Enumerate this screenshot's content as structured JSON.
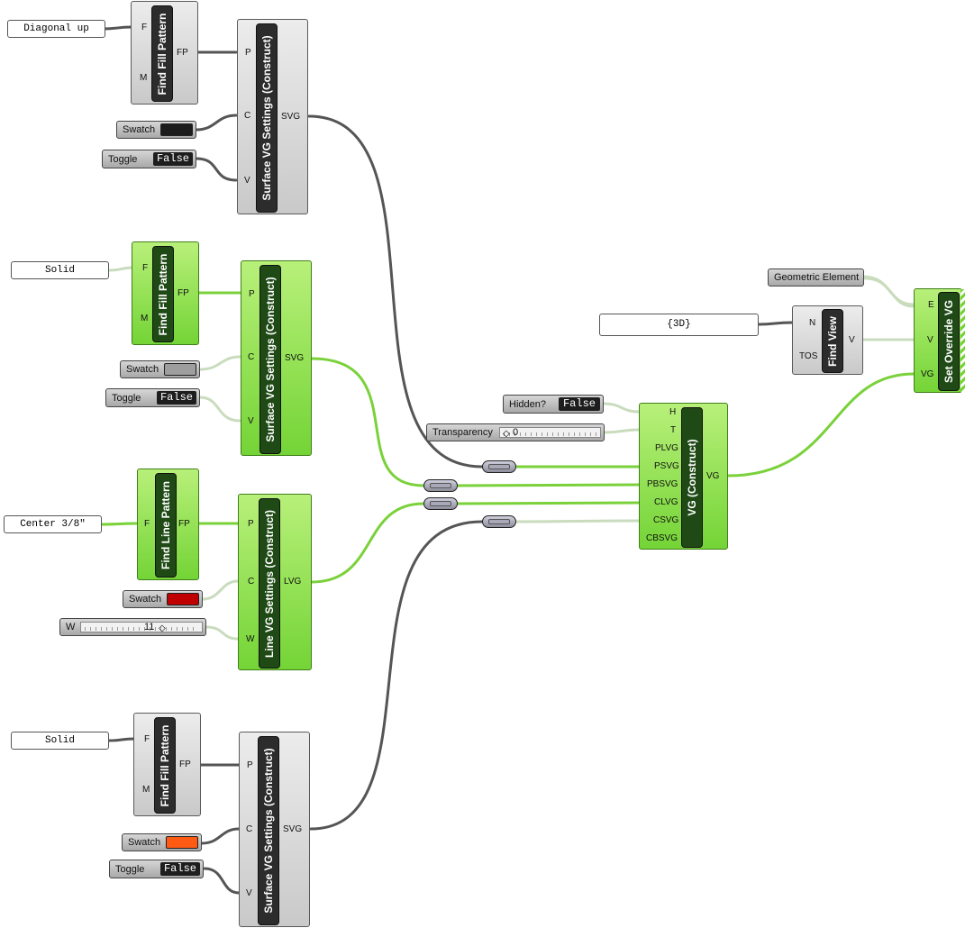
{
  "canvas": {
    "background": "#ffffff",
    "wire_gray": "#555555",
    "wire_green": "#7ad13a",
    "wire_light": "#c9dcbd"
  },
  "panels": {
    "diagonal_up": "Diagonal up",
    "solid_1": "Solid",
    "center_3_8": "Center 3/8\"",
    "solid_2": "Solid",
    "view_3d": "{3D}"
  },
  "find_fill_pattern": {
    "title": "Find Fill Pattern",
    "in_f": "F",
    "in_m": "M",
    "out_fp": "FP"
  },
  "find_line_pattern": {
    "title": "Find Line Pattern",
    "in_f": "F",
    "out_fp": "FP"
  },
  "surface_vg": {
    "title": "Surface VG Settings (Construct)",
    "in_p": "P",
    "in_c": "C",
    "in_v": "V",
    "out": "SVG"
  },
  "line_vg": {
    "title": "Line VG Settings (Construct)",
    "in_p": "P",
    "in_c": "C",
    "in_w": "W",
    "out": "LVG"
  },
  "swatch_label": "Swatch",
  "toggle_label": "Toggle",
  "toggle_value": "False",
  "swatch_colors": {
    "black": "#1c1c1c",
    "gray": "#9e9e9e",
    "red": "#c00000",
    "orange": "#ff5a14"
  },
  "width_slider": {
    "label": "W",
    "value": "11"
  },
  "hidden_toggle": {
    "label": "Hidden?",
    "value": "False"
  },
  "transparency_slider": {
    "label": "Transparency",
    "value": "0"
  },
  "vg_construct": {
    "title": "VG (Construct)",
    "inputs": [
      "H",
      "T",
      "PLVG",
      "PSVG",
      "PBSVG",
      "CLVG",
      "CSVG",
      "CBSVG"
    ],
    "out": "VG"
  },
  "geometric_element": "Geometric Element",
  "find_view": {
    "title": "Find View",
    "in_n": "N",
    "in_tos": "TOS",
    "out_v": "V"
  },
  "set_override": {
    "title": "Set Override VG",
    "in_e": "E",
    "in_v": "V",
    "in_vg": "VG"
  }
}
